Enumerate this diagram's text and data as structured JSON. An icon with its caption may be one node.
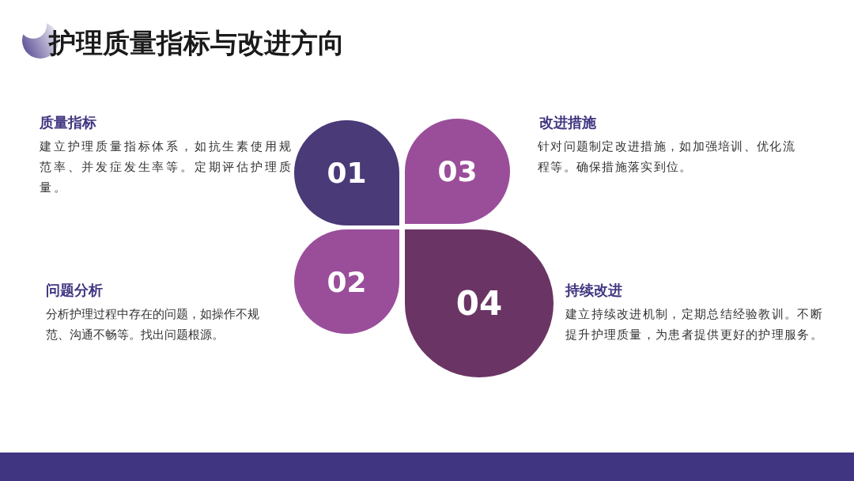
{
  "diagram": {
    "title": "护理质量指标与改进方向",
    "nodes": [
      {
        "text": [
          "01"
        ],
        "beside": [
          "质量指标",
          "建立护理质量指标体系，如抗生素使用规范率、并发症发生率等。定期评估护理质量。"
        ]
      },
      {
        "text": [
          "03"
        ],
        "beside": [
          "改进措施",
          "针对问题制定改进措施，如加强培训、优化流程等。确保措施落实到位。"
        ]
      },
      {
        "text": [
          "02"
        ],
        "beside": [
          "问题分析",
          "分析护理过程中存在的问题，如操作不规范、沟通不畅等。找出问题根源。"
        ]
      },
      {
        "text": [
          "04"
        ],
        "beside": [
          "持续改进",
          "建立持续改进机制，定期总结经验教训。不断提升护理质量，为患者提供更好的护理服务。"
        ]
      }
    ]
  }
}
